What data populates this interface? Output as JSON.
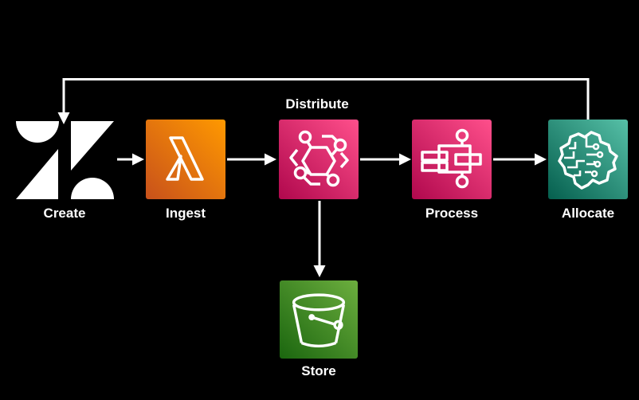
{
  "diagram": {
    "background_color": "#000000",
    "arrow_color": "#ffffff",
    "label_color": "#ffffff",
    "nodes": [
      {
        "id": "create",
        "label": "Create",
        "icon": "zendesk-logo-icon",
        "icon_color": "#ffffff",
        "label_position": "below"
      },
      {
        "id": "ingest",
        "label": "Ingest",
        "icon": "lambda-function-icon",
        "gradient_from": "#C8511B",
        "gradient_to": "#FF9900",
        "label_position": "below"
      },
      {
        "id": "distribute",
        "label": "Distribute",
        "icon": "hexagon-network-icon",
        "gradient_from": "#B0084D",
        "gradient_to": "#FF4F8B",
        "label_position": "above"
      },
      {
        "id": "process",
        "label": "Process",
        "icon": "workflow-icon",
        "gradient_from": "#B0084D",
        "gradient_to": "#FF4F8B",
        "label_position": "below"
      },
      {
        "id": "allocate",
        "label": "Allocate",
        "icon": "ml-brain-icon",
        "gradient_from": "#055F4E",
        "gradient_to": "#56C0A7",
        "label_position": "below"
      },
      {
        "id": "store",
        "label": "Store",
        "icon": "bucket-icon",
        "gradient_from": "#1B660F",
        "gradient_to": "#6CAE3E",
        "label_position": "below"
      }
    ],
    "edges": [
      {
        "from": "create",
        "to": "ingest"
      },
      {
        "from": "ingest",
        "to": "distribute"
      },
      {
        "from": "distribute",
        "to": "process"
      },
      {
        "from": "process",
        "to": "allocate"
      },
      {
        "from": "distribute",
        "to": "store"
      },
      {
        "from": "allocate",
        "to": "create",
        "style": "feedback-loop"
      }
    ]
  }
}
